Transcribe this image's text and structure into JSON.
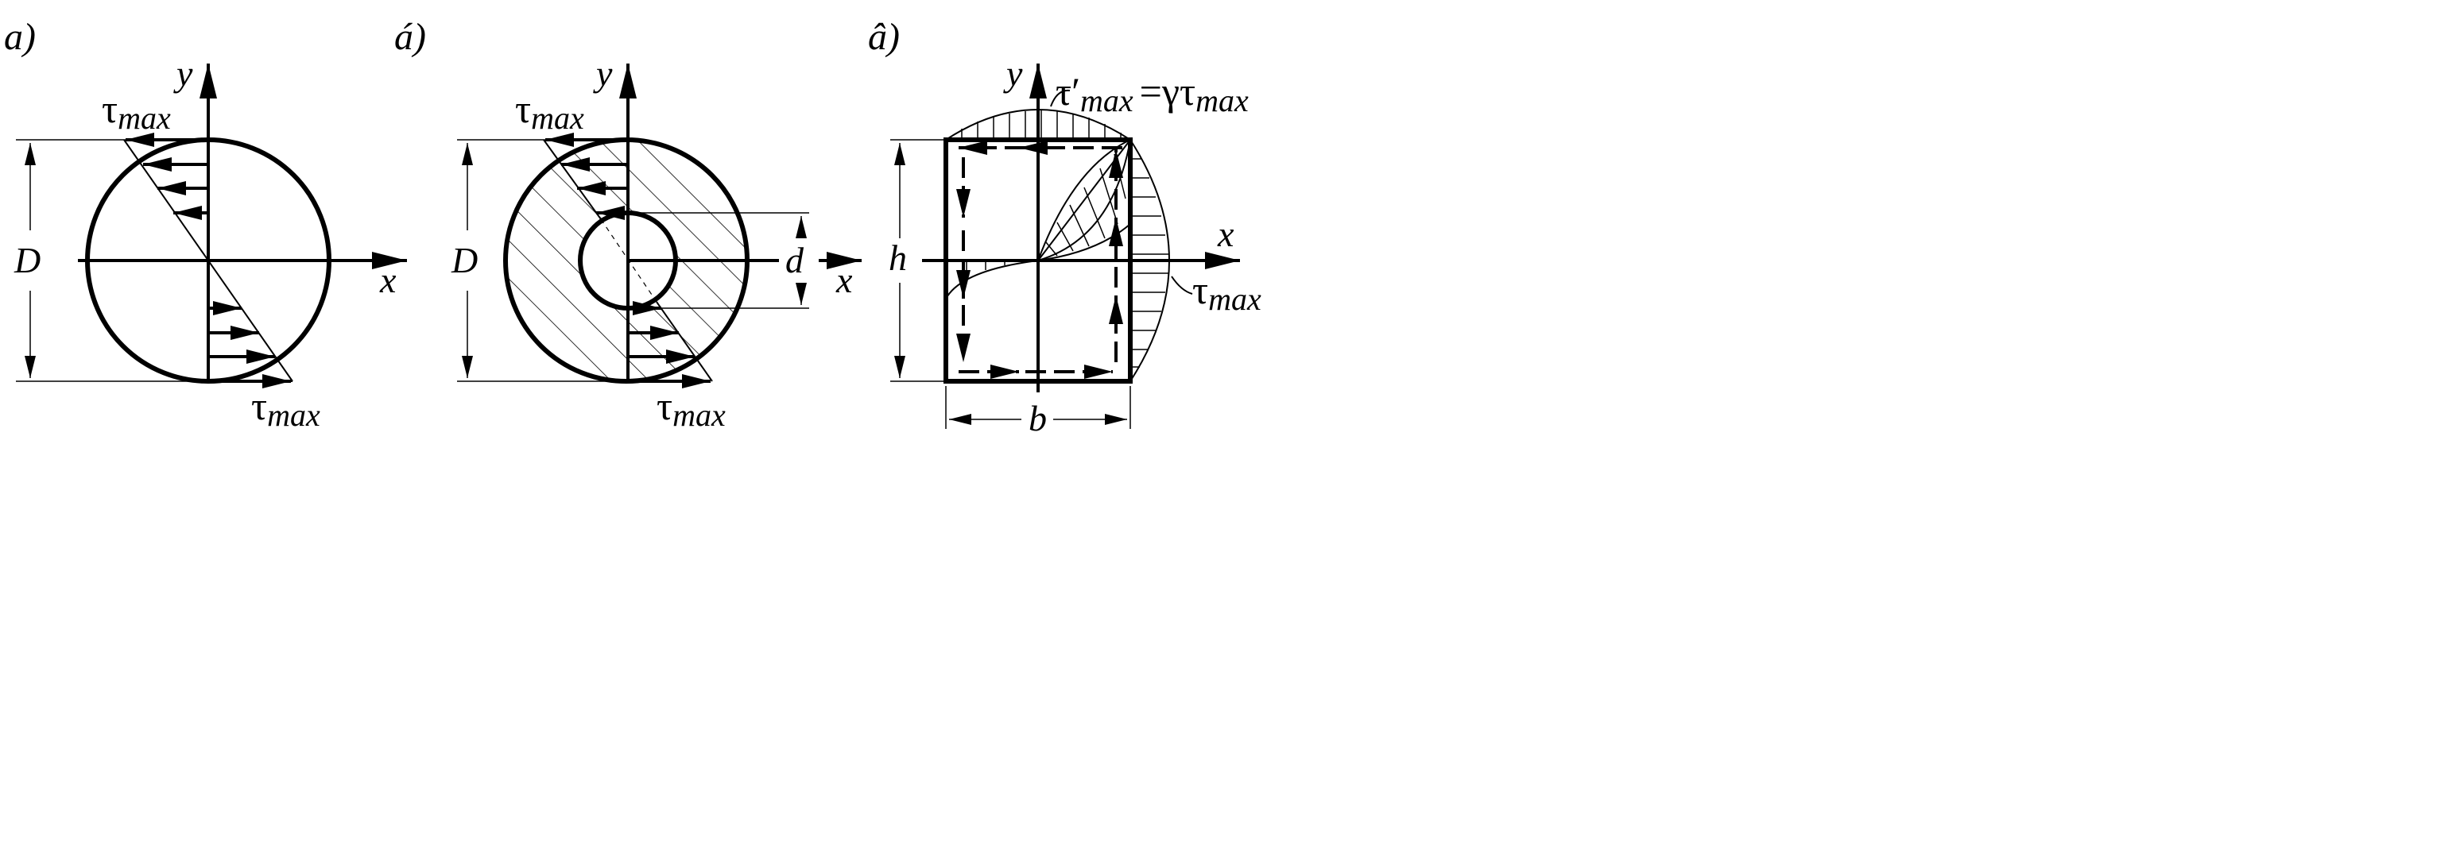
{
  "panels": {
    "a": {
      "tag": "a)",
      "axis_y": "y",
      "axis_x": "x",
      "dim_outer": "D",
      "tau_top": "τ",
      "tau_top_sub": "max",
      "tau_bottom": "τ",
      "tau_bottom_sub": "max"
    },
    "b": {
      "tag": "á)",
      "axis_y": "y",
      "axis_x": "x",
      "dim_outer": "D",
      "dim_inner": "d",
      "tau_top": "τ",
      "tau_top_sub": "max",
      "tau_bottom": "τ",
      "tau_bottom_sub": "max"
    },
    "c": {
      "tag": "â)",
      "axis_y": "y",
      "axis_x": "x",
      "dim_height": "h",
      "dim_width": "b",
      "tau_prime": "τ′",
      "tau_prime_sub": "max",
      "tau_prime_rhs": "=γτ",
      "tau_prime_rhs_sub": "max",
      "tau_side": "τ",
      "tau_side_sub": "max"
    }
  }
}
